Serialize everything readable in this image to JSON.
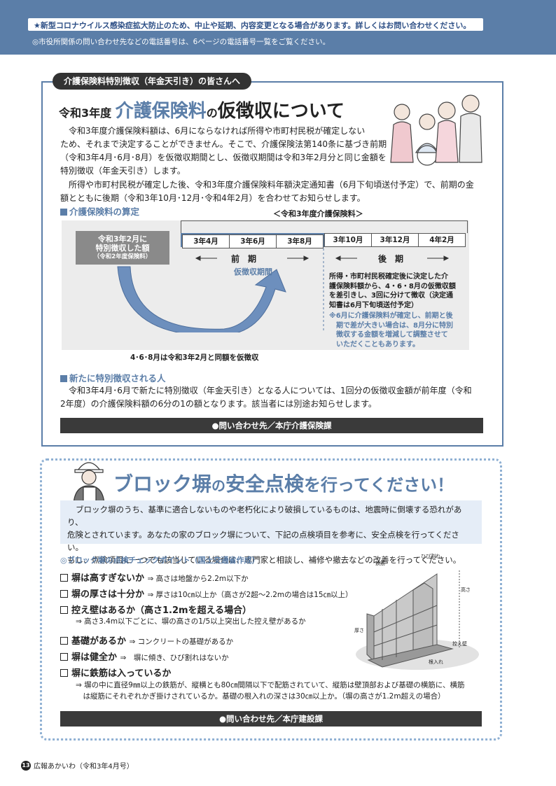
{
  "header": {
    "notice": "★新型コロナウイルス感染症拡大防止のため、中止や延期、内容変更となる場合があります。詳しくはお問い合わせください。",
    "phone_note": "◎市役所関係の問い合わせ先などの電話番号は、6ページの電話番号一覧をご覧ください。"
  },
  "section1": {
    "tab": "介護保険料特別徴収（年金天引き）の皆さんへ",
    "title_year": "令和3年度",
    "title_accent": "介護保険料",
    "title_no": "の",
    "title_main": "仮徴収",
    "title_end": "について",
    "para1_lines": [
      "令和3年度介護保険料額は、6月にならなければ所得や市町村民税が確定しない",
      "ため、それまで決定することができません。そこで、介護保険法第140条に基づき前期",
      "（令和3年4月･6月･8月）を仮徴収期間とし、仮徴収期間は令和3年2月分と同じ金額を",
      "特別徴収（年金天引き）します。"
    ],
    "para2_lines": [
      "所得や市町村民税が確定した後、令和3年度介護保険料年額決定通知書（6月下旬頃送付予定）で、前期の金",
      "額とともに後期（令和3年10月･12月･令和4年2月）を合わせてお知らせします。"
    ],
    "calc_head": "介護保険料の算定",
    "table_title": "＜令和3年度介護保険料＞",
    "feb_block_line1": "令和3年2月に",
    "feb_block_line2": "特別徴収した額",
    "feb_block_line3": "（令和2年度保険料）",
    "months_first": [
      "3年4月",
      "3年6月",
      "3年8月"
    ],
    "months_later": [
      "3年10月",
      "3年12月",
      "4年2月"
    ],
    "first_period": "前　期",
    "later_period": "後　期",
    "provisional": "仮徴収期間",
    "later_note_lines": [
      "所得・市町村民税確定後に決定した介",
      "護保険料額から、4・6・8月の仮徴収額",
      "を差引きし、3回に分けて徴収（決定通",
      "知書は6月下旬頃送付予定）"
    ],
    "later_note2_lines": [
      "※6月に介護保険料が確定し、前期と後",
      "　期で差が大きい場合は、8月分に特別",
      "　徴収する金額を増減して調整させて",
      "　いただくこともあります。"
    ],
    "caption": "4･6･8月は令和3年2月と同額を仮徴収",
    "new_head": "新たに特別徴収される人",
    "new_para_lines": [
      "令和3年4月･6月で新たに特別徴収（年金天引き）となる人については、1回分の仮徴収金額が前年度（令和",
      "2年度）の介護保険料額の6分の1の額となります。該当者には別途お知らせします。"
    ],
    "contact": "●問い合わせ先／本庁介護保険課"
  },
  "section2": {
    "title_a": "ブロック塀",
    "title_b": "の",
    "title_c": "安全点検",
    "title_d": "を行ってください！",
    "intro_lines": [
      "ブロック塀のうち、基準に適合しないものや老朽化により破損しているものは、地震時に倒壊する恐れがあり、",
      "危険とされています。あなたの家のブロック塀について、下記の点検項目を参考に、安全点検を行ってください。",
      "もし、点検項目に一つでも該当している場合は、専門家と相談し、補修や撤去などの改善を行ってください。"
    ],
    "check_head": "◎ブロック塀の点検チェックポイント（国土交通省作成）",
    "items": [
      {
        "title": "塀は高すぎないか",
        "desc": "⇒ 高さは地盤から2.2m以下か"
      },
      {
        "title": "塀の厚さは十分か",
        "desc": "⇒ 厚さは10㎝以上か（高さが2超～2.2mの場合は15㎝以上）"
      },
      {
        "title": "控え壁はあるか（高さ1.2mを超える場合）",
        "desc": ""
      },
      {
        "title": "基礎があるか",
        "desc": "⇒ コンクリートの基礎があるか"
      },
      {
        "title": "塀は健全か",
        "desc": "⇒　塀に傾き、ひび割れはないか"
      },
      {
        "title": "塀に鉄筋は入っているか",
        "desc": ""
      }
    ],
    "buttress_sub": "⇒ 高さ3.4m以下ごとに、塀の高さの1/5以上突出した控え壁があるか",
    "rebar_sub_lines": [
      "⇒ 塀の中に直径9㎜以上の鉄筋が、縦横とも80㎝間隔以下で配筋されていて、縦筋は壁頂部および基礎の横筋に、横筋",
      "　は縦筋にそれぞれかぎ掛けされているか。基礎の根入れの深さは30㎝以上か。（塀の高さが1.2m超えの場合）"
    ],
    "diagram_labels": {
      "crack": "ひび割れ",
      "rebar": "鉄筋",
      "height": "高さ",
      "thickness": "厚さ",
      "buttress": "控え壁",
      "embed": "根入れ"
    },
    "contact": "●問い合わせ先／本庁建設課"
  },
  "footer": {
    "page": "13",
    "publication": "広報あかいわ（令和3年4月号）"
  }
}
